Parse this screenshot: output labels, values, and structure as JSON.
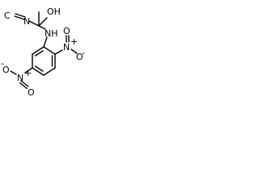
{
  "molecule": {
    "atoms": {
      "hydroxyl": "OH",
      "isocyano": "C",
      "isocyano_n": "N",
      "amine": "NH",
      "nitro_ortho": "N",
      "nitro_ortho_o_top": "O",
      "nitro_ortho_o_minus": "O",
      "nitro_para": "N",
      "nitro_para_o_right": "O",
      "nitro_para_o_minus": "O"
    },
    "charges": {
      "plus": "+",
      "minus": "-"
    },
    "color": "#000000"
  }
}
